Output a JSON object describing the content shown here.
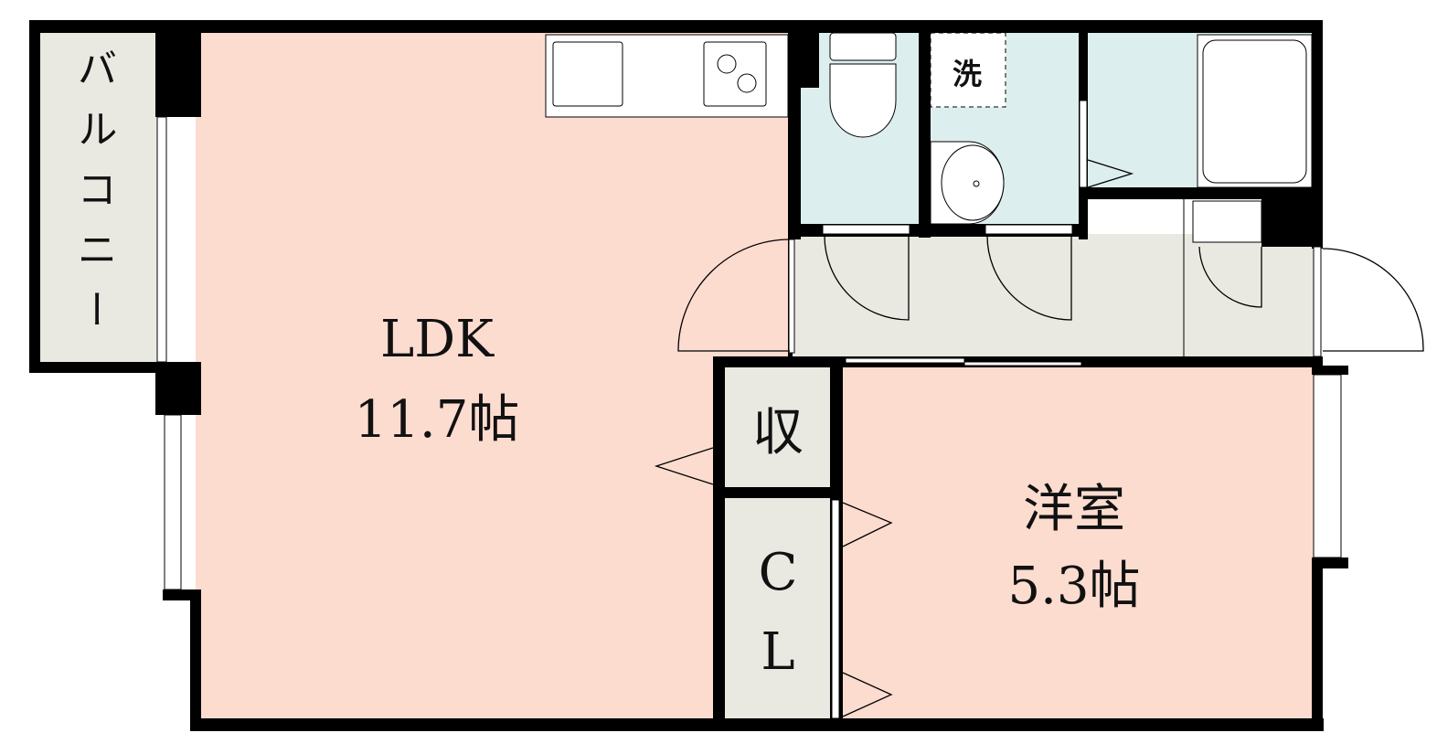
{
  "rooms": {
    "balcony": {
      "label": "バルコニー"
    },
    "ldk": {
      "label": "LDK",
      "size": "11.7帖"
    },
    "storage": {
      "label": "収"
    },
    "closet": {
      "label_1": "C",
      "label_2": "L"
    },
    "western_room": {
      "label": "洋室",
      "size": "5.3帖"
    },
    "washer": {
      "label": "洗"
    }
  },
  "colors": {
    "living": "#fddcd0",
    "wet": "#ddeeee",
    "utility": "#e9e9e2",
    "wall": "#000000"
  }
}
